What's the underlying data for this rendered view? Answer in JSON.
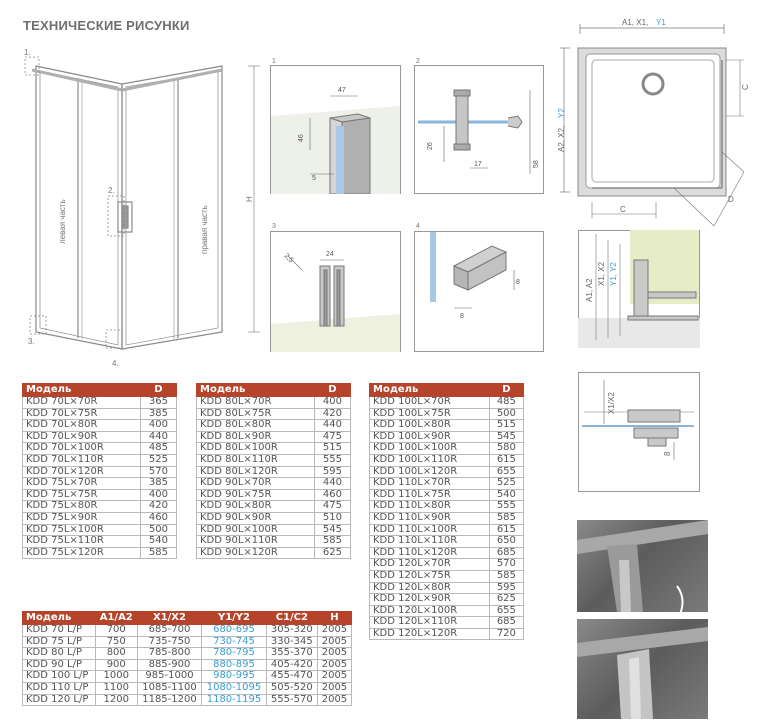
{
  "title": "ТЕХНИЧЕСКИЕ РИСУНКИ",
  "main_drawing": {
    "left_label": "левая часть",
    "right_label": "правая часть",
    "height_label": "H",
    "callouts": [
      "1.",
      "2.",
      "3.",
      "4."
    ]
  },
  "details": {
    "d1": {
      "num": "1",
      "dims": [
        "47",
        "46",
        "5"
      ]
    },
    "d2": {
      "num": "2",
      "dims": [
        "26",
        "17",
        "58"
      ]
    },
    "d3": {
      "num": "3",
      "dims": [
        "24",
        "2,5"
      ]
    },
    "d4": {
      "num": "4",
      "dims": [
        "8",
        "8"
      ]
    }
  },
  "plan": {
    "top_label_a": "A1, X1,",
    "top_label_b": "Y1",
    "side_label_a": "A2, X2,",
    "side_label_b": "Y2",
    "c_right": "C",
    "c_bottom": "C",
    "d_label": "D"
  },
  "section1": {
    "a_label": "A1, A2",
    "x_label": "X1, X2",
    "y_label": "Y1, Y2"
  },
  "section2": {
    "x_label": "X1/X2",
    "dim": "8"
  },
  "table1": {
    "headers": [
      "Модель",
      "D"
    ],
    "rows": [
      [
        "KDD 70L×70R",
        "365"
      ],
      [
        "KDD 70L×75R",
        "385"
      ],
      [
        "KDD 70L×80R",
        "400"
      ],
      [
        "KDD 70L×90R",
        "440"
      ],
      [
        "KDD 70L×100R",
        "485"
      ],
      [
        "KDD 70L×110R",
        "525"
      ],
      [
        "KDD 70L×120R",
        "570"
      ],
      [
        "KDD 75L×70R",
        "385"
      ],
      [
        "KDD 75L×75R",
        "400"
      ],
      [
        "KDD 75L×80R",
        "420"
      ],
      [
        "KDD 75L×90R",
        "460"
      ],
      [
        "KDD 75L×100R",
        "500"
      ],
      [
        "KDD 75L×110R",
        "540"
      ],
      [
        "KDD 75L×120R",
        "585"
      ]
    ]
  },
  "table2": {
    "headers": [
      "Модель",
      "D"
    ],
    "rows": [
      [
        "KDD 80L×70R",
        "400"
      ],
      [
        "KDD 80L×75R",
        "420"
      ],
      [
        "KDD 80L×80R",
        "440"
      ],
      [
        "KDD 80L×90R",
        "475"
      ],
      [
        "KDD 80L×100R",
        "515"
      ],
      [
        "KDD 80L×110R",
        "555"
      ],
      [
        "KDD 80L×120R",
        "595"
      ],
      [
        "KDD 90L×70R",
        "440"
      ],
      [
        "KDD 90L×75R",
        "460"
      ],
      [
        "KDD 90L×80R",
        "475"
      ],
      [
        "KDD 90L×90R",
        "510"
      ],
      [
        "KDD 90L×100R",
        "545"
      ],
      [
        "KDD 90L×110R",
        "585"
      ],
      [
        "KDD 90L×120R",
        "625"
      ]
    ]
  },
  "table3": {
    "headers": [
      "Модель",
      "D"
    ],
    "rows": [
      [
        "KDD 100L×70R",
        "485"
      ],
      [
        "KDD 100L×75R",
        "500"
      ],
      [
        "KDD 100L×80R",
        "515"
      ],
      [
        "KDD 100L×90R",
        "545"
      ],
      [
        "KDD 100L×100R",
        "580"
      ],
      [
        "KDD 100L×110R",
        "615"
      ],
      [
        "KDD 100L×120R",
        "655"
      ],
      [
        "KDD 110L×70R",
        "525"
      ],
      [
        "KDD 110L×75R",
        "540"
      ],
      [
        "KDD 110L×80R",
        "555"
      ],
      [
        "KDD 110L×90R",
        "585"
      ],
      [
        "KDD 110L×100R",
        "615"
      ],
      [
        "KDD 110L×110R",
        "650"
      ],
      [
        "KDD 110L×120R",
        "685"
      ],
      [
        "KDD 120L×70R",
        "570"
      ],
      [
        "KDD 120L×75R",
        "585"
      ],
      [
        "KDD 120L×80R",
        "595"
      ],
      [
        "KDD 120L×90R",
        "625"
      ],
      [
        "KDD 120L×100R",
        "655"
      ],
      [
        "KDD 120L×110R",
        "685"
      ],
      [
        "KDD 120L×120R",
        "720"
      ]
    ]
  },
  "table4": {
    "headers": [
      "Модель",
      "A1/A2",
      "X1/X2",
      "Y1/Y2",
      "C1/C2",
      "H"
    ],
    "rows": [
      [
        "KDD 70 L/P",
        "700",
        "685-700",
        "680-695",
        "305-320",
        "2005"
      ],
      [
        "KDD 75 L/P",
        "750",
        "735-750",
        "730-745",
        "330-345",
        "2005"
      ],
      [
        "KDD 80 L/P",
        "800",
        "785-800",
        "780-795",
        "355-370",
        "2005"
      ],
      [
        "KDD 90 L/P",
        "900",
        "885-900",
        "880-895",
        "405-420",
        "2005"
      ],
      [
        "KDD 100 L/P",
        "1000",
        "985-1000",
        "980-995",
        "455-470",
        "2005"
      ],
      [
        "KDD 110 L/P",
        "1100",
        "1085-1100",
        "1080-1095",
        "505-520",
        "2005"
      ],
      [
        "KDD 120 L/P",
        "1200",
        "1185-1200",
        "1180-1195",
        "555-570",
        "2005"
      ]
    ]
  },
  "colors": {
    "header_bg": "#b5442b",
    "highlight": "#3a9fd0",
    "outline": "#8a8a8a"
  }
}
